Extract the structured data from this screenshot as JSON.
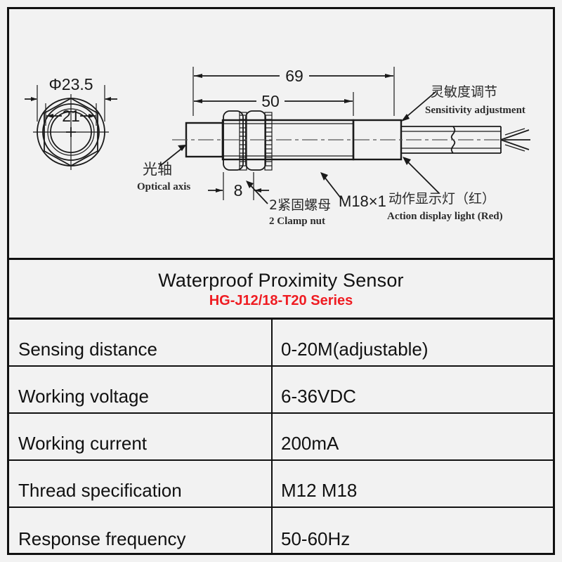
{
  "drawing": {
    "front_view": {
      "dim_outer": "Φ23.5",
      "dim_inner": "21"
    },
    "side_view": {
      "dim_total": "69",
      "dim_body": "50",
      "dim_nut": "8"
    },
    "callouts": {
      "optical_axis_cn": "光轴",
      "optical_axis_en": "Optical axis",
      "clamp_nut_cn": "2紧固螺母",
      "clamp_nut_en": "2 Clamp nut",
      "thread": "M18×1",
      "sensitivity_cn": "灵敏度调节",
      "sensitivity_en": "Sensitivity adjustment",
      "action_light_cn": "动作显示灯（红）",
      "action_light_en": "Action display light (Red)"
    }
  },
  "title": {
    "main": "Waterproof Proximity Sensor",
    "series": "HG-J12/18-T20 Series",
    "series_color": "#ef1c22"
  },
  "spec_table": {
    "rows": [
      {
        "label": "Sensing distance",
        "value": "0-20M(adjustable)"
      },
      {
        "label": "Working voltage",
        "value": "6-36VDC"
      },
      {
        "label": "Working current",
        "value": "200mA"
      },
      {
        "label": "Thread specification",
        "value": "M12  M18"
      },
      {
        "label": "Response frequency",
        "value": "50-60Hz"
      }
    ]
  }
}
